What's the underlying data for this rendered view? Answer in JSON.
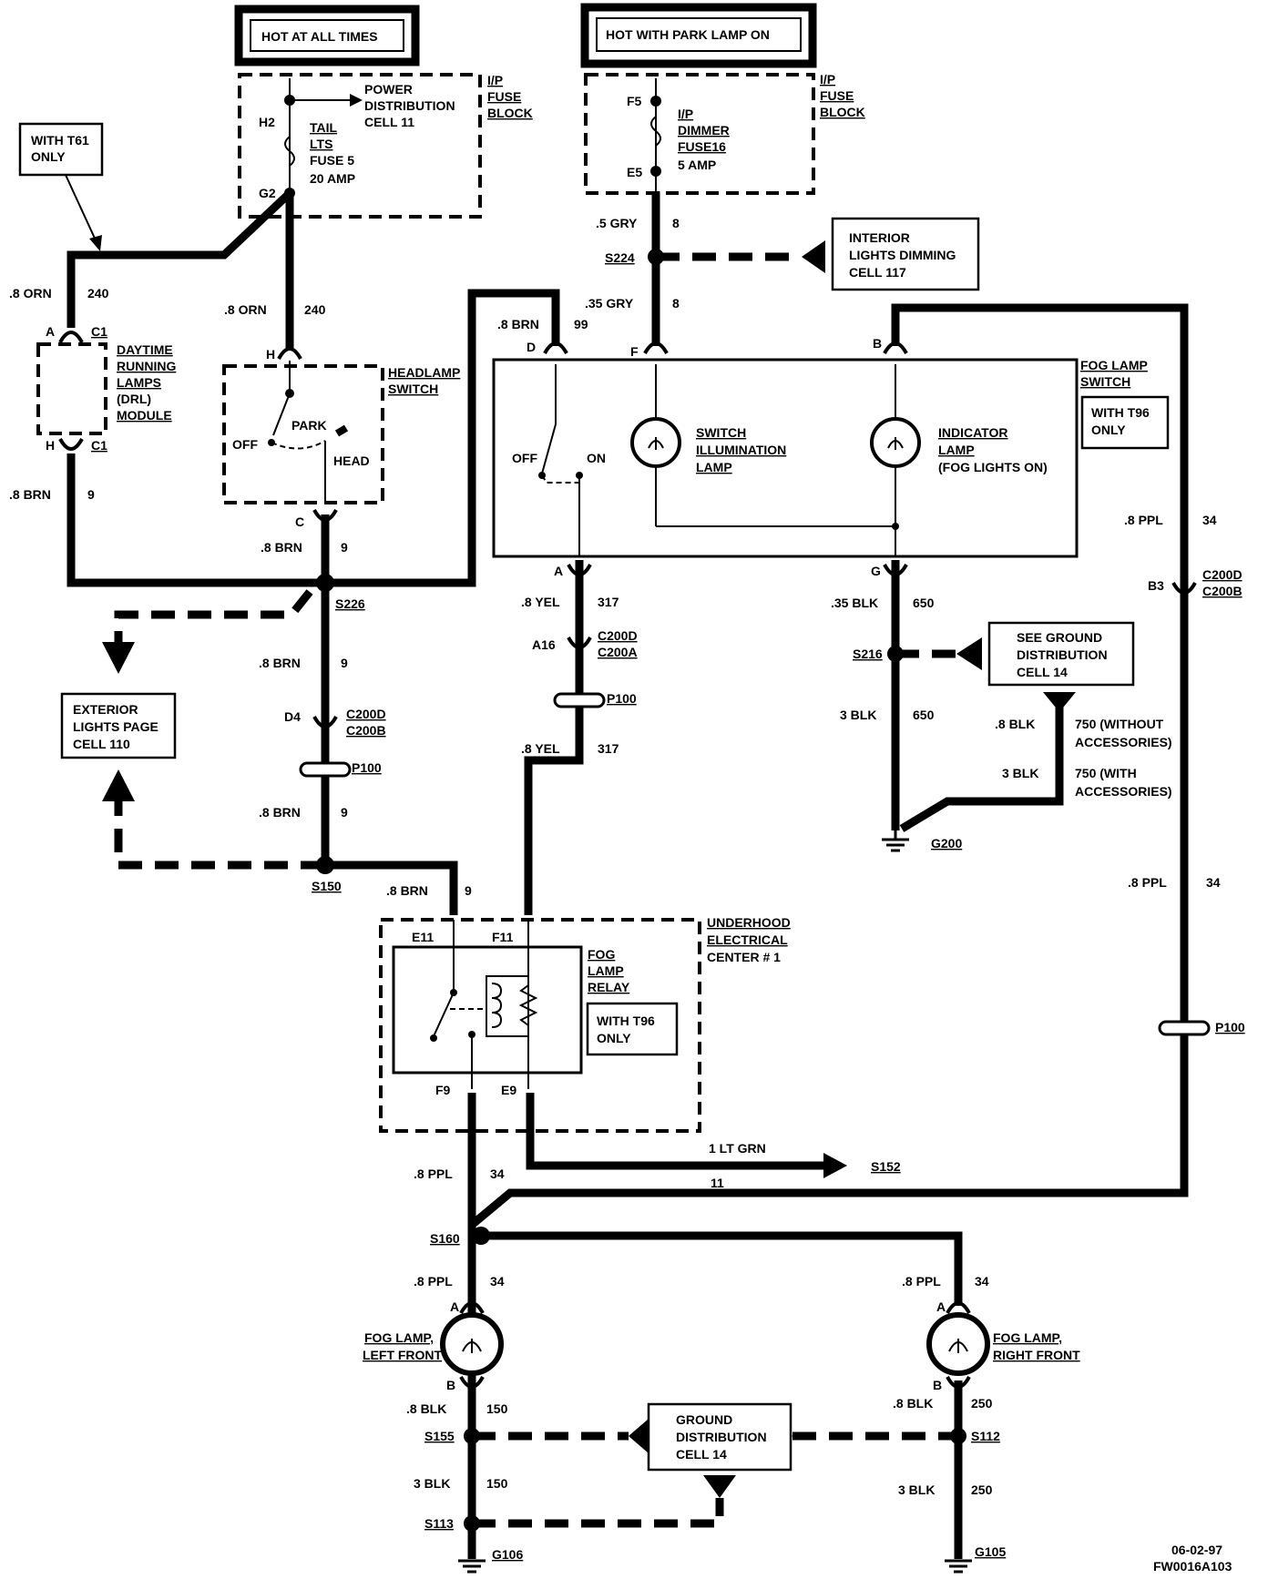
{
  "header": {
    "hot_at_all_times": "HOT AT ALL TIMES",
    "hot_with_park": "HOT WITH PARK LAMP ON"
  },
  "fuse_block_left": {
    "label": [
      "I/P",
      "FUSE",
      "BLOCK"
    ],
    "power_dist": [
      "POWER",
      "DISTRIBUTION",
      "CELL 11"
    ],
    "fuse": [
      "TAIL",
      "LTS",
      "FUSE 5",
      "20 AMP"
    ],
    "pin_in": "H2",
    "pin_out": "G2"
  },
  "fuse_block_right": {
    "label": [
      "I/P",
      "FUSE",
      "BLOCK"
    ],
    "fuse": [
      "I/P",
      "DIMMER",
      "FUSE16",
      "5 AMP"
    ],
    "pin_in": "F5",
    "pin_out": "E5"
  },
  "with_t61": [
    "WITH T61",
    "ONLY"
  ],
  "drl": {
    "label": [
      "DAYTIME",
      "RUNNING",
      "LAMPS",
      "(DRL)",
      "MODULE"
    ],
    "pin_top": "A",
    "conn_top": "C1",
    "pin_bot": "H",
    "conn_bot": "C1"
  },
  "headlamp_switch": {
    "label": [
      "HEADLAMP",
      "SWITCH"
    ],
    "pin_top": "H",
    "pin_bot": "C",
    "off": "OFF",
    "park": "PARK",
    "head": "HEAD"
  },
  "interior_dimming": [
    "INTERIOR",
    "LIGHTS DIMMING",
    "CELL 117"
  ],
  "fog_switch": {
    "label": [
      "FOG LAMP",
      "SWITCH"
    ],
    "with_t96": [
      "WITH T96",
      "ONLY"
    ],
    "pin_d": "D",
    "pin_f": "F",
    "pin_b": "B",
    "pin_a": "A",
    "pin_g": "G",
    "off": "OFF",
    "on": "ON",
    "illum": [
      "SWITCH",
      "ILLUMINATION",
      "LAMP"
    ],
    "indicator": [
      "INDICATOR",
      "LAMP",
      "(FOG LIGHTS ON)"
    ]
  },
  "wires": {
    "w_5gry": ".5 GRY",
    "c8a": "8",
    "s224": "S224",
    "w_35gry": ".35 GRY",
    "c8b": "8",
    "w_8orn_l": ".8 ORN",
    "c240_l": "240",
    "w_8orn_r": ".8 ORN",
    "c240_r": "240",
    "w_8brn_99": ".8 BRN",
    "c99": "99",
    "w_8brn_drl": ".8 BRN",
    "c9_drl": "9",
    "w_8brn_hs": ".8 BRN",
    "c9_hs": "9",
    "s226": "S226",
    "w_8brn_a": ".8 BRN",
    "c9_a": "9",
    "d4": "D4",
    "c200d": "C200D",
    "c200b": "C200B",
    "p100_a": "P100",
    "w_8brn_b": ".8 BRN",
    "c9_b": "9",
    "s150": "S150",
    "w_8brn_c": ".8 BRN",
    "c9_c": "9",
    "w_8yel_a": ".8 YEL",
    "c317_a": "317",
    "a16": "A16",
    "c200d_2": "C200D",
    "c200a": "C200A",
    "p100_b": "P100",
    "w_8yel_b": ".8 YEL",
    "c317_b": "317",
    "w_35blk": ".35 BLK",
    "c650_a": "650",
    "s216": "S216",
    "w_3blk_650": "3 BLK",
    "c650_b": "650",
    "g200": "G200",
    "w_8blk_750": ".8 BLK",
    "c750_a": "750 (WITHOUT",
    "acc_a": "ACCESSORIES)",
    "w_3blk_750": "3 BLK",
    "c750_b": "750 (WITH",
    "acc_b": "ACCESSORIES)",
    "w_8ppl_a": ".8 PPL",
    "c34_a": "34",
    "b3": "B3",
    "c200d_3": "C200D",
    "c200b_2": "C200B",
    "w_8ppl_b": ".8 PPL",
    "c34_b": "34",
    "p100_c": "P100",
    "w_8ppl_c": ".8 PPL",
    "c34_c": "34",
    "w_1ltgrn": "1 LT GRN",
    "c11": "11",
    "s152": "S152",
    "s160": "S160",
    "w_8ppl_l": ".8 PPL",
    "c34_l": "34",
    "w_8ppl_rr": ".8 PPL",
    "c34_rr": "34",
    "w_8blk_150": ".8 BLK",
    "c150_a": "150",
    "s155": "S155",
    "w_3blk_150": "3 BLK",
    "c150_b": "150",
    "s113": "S113",
    "g106": "G106",
    "w_8blk_250": ".8 BLK",
    "c250_a": "250",
    "s112": "S112",
    "w_3blk_250": "3 BLK",
    "c250_b": "250",
    "g105": "G105"
  },
  "see_ground": [
    "SEE GROUND",
    "DISTRIBUTION",
    "CELL 14"
  ],
  "exterior_lights": [
    "EXTERIOR",
    "LIGHTS PAGE",
    "CELL 110"
  ],
  "underhood": {
    "label": [
      "UNDERHOOD",
      "ELECTRICAL",
      "CENTER # 1"
    ],
    "relay": [
      "FOG",
      "LAMP",
      "RELAY"
    ],
    "with_t96": [
      "WITH T96",
      "ONLY"
    ],
    "e11": "E11",
    "f11": "F11",
    "f9": "F9",
    "e9": "E9"
  },
  "fog_left": {
    "label": [
      "FOG LAMP,",
      "LEFT FRONT"
    ],
    "pin_a": "A",
    "pin_b": "B"
  },
  "fog_right": {
    "label": [
      "FOG LAMP,",
      "RIGHT FRONT"
    ],
    "pin_a": "A",
    "pin_b": "B"
  },
  "ground_dist": [
    "GROUND",
    "DISTRIBUTION",
    "CELL 14"
  ],
  "footer": {
    "date": "06-02-97",
    "code": "FW0016A103"
  }
}
